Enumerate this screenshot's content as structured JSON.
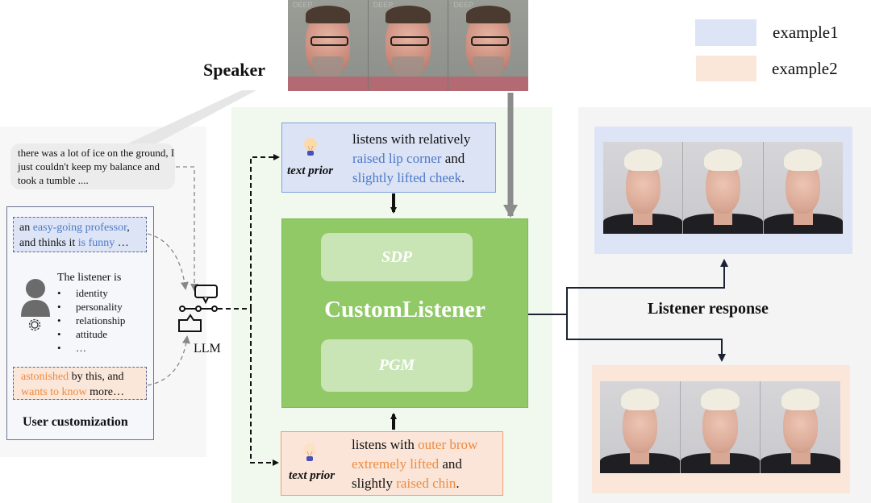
{
  "speaker": {
    "label": "Speaker",
    "frames": [
      {
        "watermark": "DEEP"
      },
      {
        "watermark": "DEEP"
      },
      {
        "watermark": "DEEP"
      }
    ],
    "utterance": "there was a lot of ice on the ground, I just couldn't keep my balance and took a tumble ...."
  },
  "legend": {
    "items": [
      {
        "label": "example1",
        "color": "#dde4f6"
      },
      {
        "label": "example2",
        "color": "#fbe6da"
      }
    ]
  },
  "user_customization": {
    "title": "User customization",
    "example1_tag": {
      "parts": [
        {
          "text": "an ",
          "style": "plain"
        },
        {
          "text": "easy-going professor",
          "style": "blue"
        },
        {
          "text": ",",
          "style": "plain"
        },
        {
          "text": "and thinks it ",
          "style": "plain"
        },
        {
          "text": "is funny",
          "style": "blue"
        },
        {
          "text": " …",
          "style": "plain"
        }
      ],
      "line1_a": "an ",
      "line1_b": "easy-going professor",
      "line1_c": ",",
      "line2_a": "and thinks it ",
      "line2_b": "is funny",
      "line2_c": " …"
    },
    "listener_heading": "The listener is",
    "attributes": [
      "identity",
      "personality",
      "relationship",
      "attitude",
      "…"
    ],
    "example2_tag": {
      "line1_a": "astonished",
      "line1_b": " by this, and",
      "line2_a": "wants to know",
      "line2_b": " more…"
    }
  },
  "llm": {
    "label": "LLM",
    "icon": "llm-node-icon"
  },
  "text_prior_1": {
    "label": "text prior",
    "icon": "lightbulb-icon",
    "line1": "listens with relatively",
    "line2_a": "raised lip corner",
    "line2_b": " and",
    "line3_a": "slightly lifted cheek",
    "line3_b": "."
  },
  "text_prior_2": {
    "label": "text prior",
    "icon": "lightbulb-icon",
    "line1_a": "listens with ",
    "line1_b": "outer brow",
    "line2_a": "extremely lifted",
    "line2_b": " and",
    "line3_a": "slightly ",
    "line3_b": "raised chin",
    "line3_c": "."
  },
  "model": {
    "title": "CustomListener",
    "module_top": "SDP",
    "module_bottom": "PGM"
  },
  "listener_response": {
    "label": "Listener response",
    "example1_frames": 3,
    "example2_frames": 3
  },
  "colors": {
    "blue_text": "#4d79c9",
    "orange_text": "#ef8a3d",
    "model_green": "#90c966",
    "module_green": "#c9e5b6",
    "example1_bg": "#dde4f6",
    "example2_bg": "#fbe6da"
  }
}
